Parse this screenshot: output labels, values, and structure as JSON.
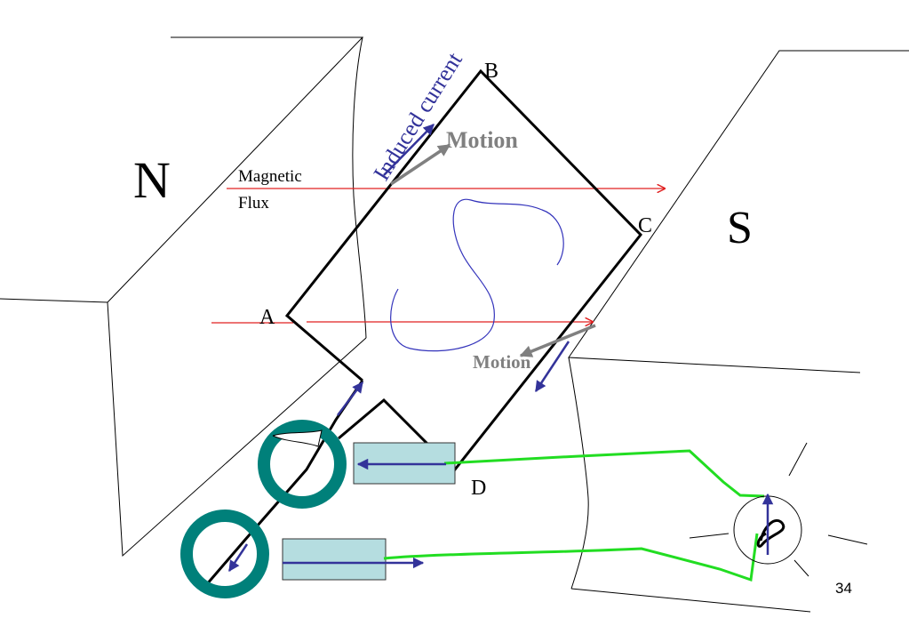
{
  "poles": {
    "north": "N",
    "south": "S"
  },
  "flux_label": {
    "line1": "Magnetic",
    "line2": "Flux"
  },
  "corners": {
    "a": "A",
    "b": "B",
    "c": "C",
    "d": "D"
  },
  "induced_current_label": "Induced current",
  "motion_labels": {
    "top": "Motion",
    "bottom": "Motion"
  },
  "page_number": "34",
  "colors": {
    "coil": "#000000",
    "flux": "#e02020",
    "current": "#33339a",
    "motion": "#808080",
    "slip_ring": "#00807a",
    "brush": "#b5dde0",
    "wire": "#22dd22",
    "magnet_outline": "#000000"
  }
}
